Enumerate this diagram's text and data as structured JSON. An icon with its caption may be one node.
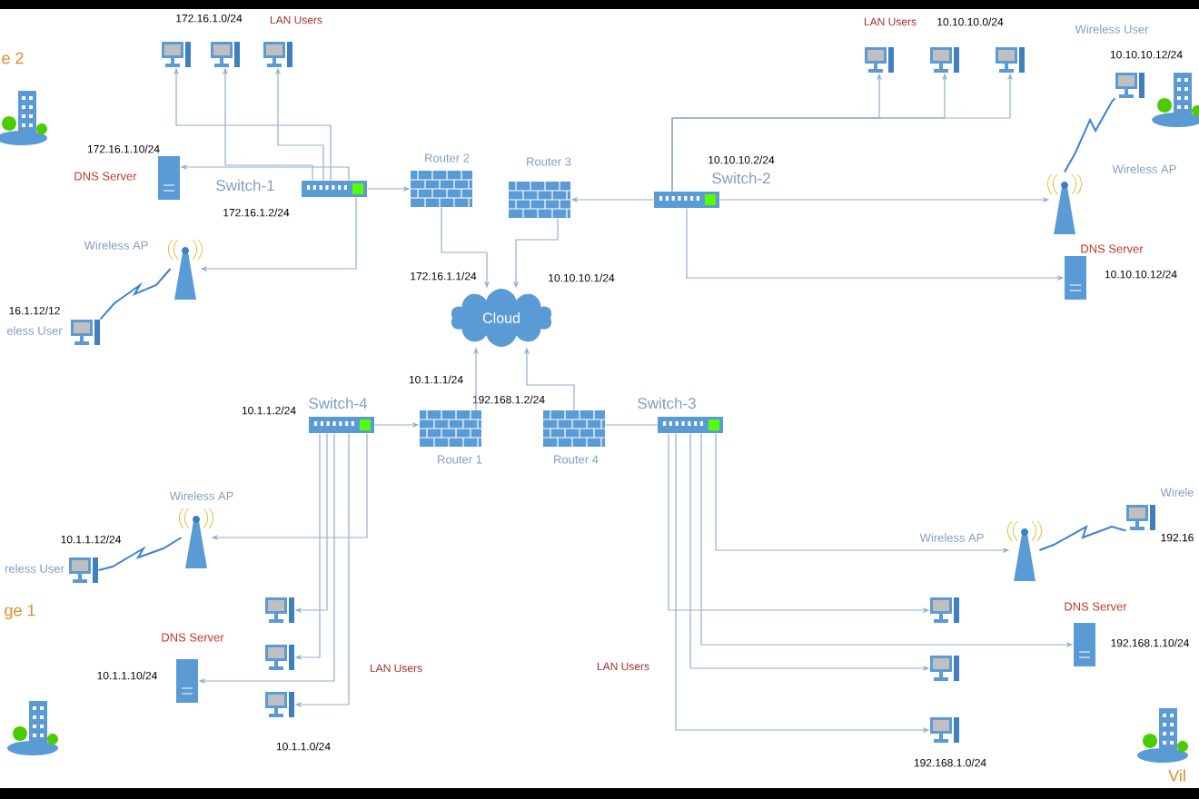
{
  "diagram": {
    "nodes": [
      {
        "text": [],
        "shape": "picture"
      },
      {
        "text": [],
        "shape": "picture"
      },
      {
        "text": [],
        "shape": "picture"
      },
      {
        "text": [
          "DNS Server"
        ],
        "beside": [
          "172.16.1.10/24"
        ]
      },
      {
        "text": [
          "Switch-1"
        ],
        "beside": [
          "172.16.1.2/24"
        ]
      },
      {
        "text": [
          "Wireless AP"
        ]
      },
      {
        "text": [
          "eless User"
        ],
        "beside": [
          "16.1.12/12"
        ]
      },
      {
        "text": [
          "Router 2"
        ]
      },
      {
        "text": [
          "Router 3"
        ]
      },
      {
        "text": [
          "Cloud"
        ]
      },
      {
        "text": [
          "Switch-2"
        ],
        "beside": [
          "10.10.10.2/24"
        ]
      },
      {
        "text": [],
        "shape": "picture"
      },
      {
        "text": [],
        "shape": "picture"
      },
      {
        "text": [],
        "shape": "picture"
      },
      {
        "text": [
          "Wireless User",
          "10.10.10.12/24"
        ]
      },
      {
        "text": [
          "Wireless AP"
        ]
      },
      {
        "text": [
          "DNS Server"
        ],
        "beside": [
          "10.10.10.12/24"
        ]
      },
      {
        "text": [
          "Switch-4"
        ],
        "beside": [
          "10.1.1.2/24"
        ]
      },
      {
        "text": [
          "Router 1"
        ],
        "beside": [
          "10.1.1.1/24"
        ]
      },
      {
        "text": [
          "Router 4"
        ],
        "beside": [
          "192.168.1.2/24"
        ]
      },
      {
        "text": [
          "Switch-3"
        ]
      },
      {
        "text": [
          "Wireless AP"
        ]
      },
      {
        "text": [
          "reless User"
        ],
        "beside": [
          "10.1.1.12/24"
        ]
      },
      {
        "text": [],
        "shape": "picture"
      },
      {
        "text": [],
        "shape": "picture"
      },
      {
        "text": [],
        "shape": "picture"
      },
      {
        "text": [
          "DNS Server"
        ],
        "beside": [
          "10.1.1.10/24"
        ]
      },
      {
        "text": [
          "Wireless AP"
        ]
      },
      {
        "text": [
          "Wirele"
        ],
        "beside": [
          "192.16"
        ]
      },
      {
        "text": [],
        "shape": "picture"
      },
      {
        "text": [
          "DNS Server"
        ],
        "beside": [
          "192.168.1.10/24"
        ]
      },
      {
        "text": [],
        "shape": "picture"
      },
      {
        "text": [],
        "shape": "picture"
      }
    ],
    "edges": [
      {
        "from": 4,
        "to": 0,
        "arrow": "to"
      },
      {
        "from": 4,
        "to": 1,
        "arrow": "to"
      },
      {
        "from": 4,
        "to": 2,
        "arrow": "to"
      },
      {
        "from": 4,
        "to": 3,
        "arrow": "to"
      },
      {
        "from": 4,
        "to": 5,
        "arrow": "to"
      },
      {
        "from": 4,
        "to": 7,
        "arrow": "to"
      },
      {
        "from": 7,
        "to": 9,
        "arrow": "to"
      },
      {
        "from": 8,
        "to": 9,
        "arrow": "to"
      },
      {
        "from": 10,
        "to": 8,
        "arrow": "to"
      },
      {
        "from": 10,
        "to": 11,
        "arrow": "to"
      },
      {
        "from": 10,
        "to": 12,
        "arrow": "to"
      },
      {
        "from": 10,
        "to": 13,
        "arrow": "to"
      },
      {
        "from": 10,
        "to": 15,
        "arrow": "to"
      },
      {
        "from": 10,
        "to": 16,
        "arrow": "to"
      },
      {
        "from": 18,
        "to": 9,
        "arrow": "to"
      },
      {
        "from": 19,
        "to": 9,
        "arrow": "to"
      },
      {
        "from": 17,
        "to": 18,
        "arrow": "to"
      },
      {
        "from": 20,
        "to": 19,
        "arrow": "none"
      },
      {
        "from": 17,
        "to": 21,
        "arrow": "to"
      },
      {
        "from": 17,
        "to": 23,
        "arrow": "to"
      },
      {
        "from": 17,
        "to": 24,
        "arrow": "to"
      },
      {
        "from": 17,
        "to": 26,
        "arrow": "to"
      },
      {
        "from": 17,
        "to": 25,
        "arrow": "to"
      },
      {
        "from": 20,
        "to": 27,
        "arrow": "to"
      },
      {
        "from": 20,
        "to": 29,
        "arrow": "to"
      },
      {
        "from": 20,
        "to": 30,
        "arrow": "to"
      },
      {
        "from": 20,
        "to": 31,
        "arrow": "to"
      },
      {
        "from": 20,
        "to": 32,
        "arrow": "to"
      },
      {
        "from": 5,
        "to": 6,
        "arrow": "none",
        "color": "#3b82d0"
      },
      {
        "from": 15,
        "to": 14,
        "arrow": "none",
        "color": "#3b82d0"
      },
      {
        "from": 21,
        "to": 22,
        "arrow": "none",
        "color": "#3b82d0"
      },
      {
        "from": 27,
        "to": 28,
        "arrow": "none",
        "color": "#3b82d0"
      }
    ],
    "labels": [
      "e 2",
      "172.16.1.0/24",
      "LAN Users",
      "LAN Users",
      "10.10.10.0/24",
      "172.16.1.1/24",
      "10.10.10.1/24",
      "ge 1",
      "LAN Users",
      "10.1.1.0/24",
      "LAN Users",
      "192.168.1.0/24",
      "Vil"
    ]
  }
}
